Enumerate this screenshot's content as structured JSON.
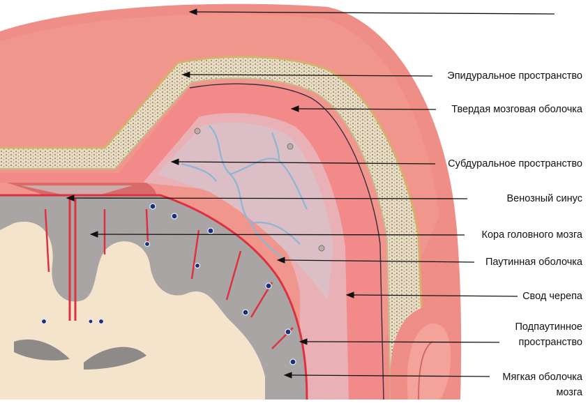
{
  "labels": [
    {
      "id": "skin",
      "text": ""
    },
    {
      "id": "epidural",
      "text": "Эпидуральное пространство"
    },
    {
      "id": "dura",
      "text": "Твердая мозговая оболочка"
    },
    {
      "id": "subdural",
      "text": "Субдуральное пространство"
    },
    {
      "id": "sinus",
      "text": "Венозный синус"
    },
    {
      "id": "cortex",
      "text": "Кора головного мозга"
    },
    {
      "id": "arachnoid",
      "text": "Паутинная оболочка"
    },
    {
      "id": "skull",
      "text": "Свод черепа"
    },
    {
      "id": "subarachnoid_1",
      "text": "Подпаутинное"
    },
    {
      "id": "subarachnoid_2",
      "text": "пространство"
    },
    {
      "id": "pia_1",
      "text": "Мягкая оболочка"
    },
    {
      "id": "pia_2",
      "text": "мозга"
    }
  ],
  "colors": {
    "scalp": "#ef8e86",
    "scalp_light": "#f6b0a8",
    "bone": "#e8dcc4",
    "bone_dots": "#8a7f5e",
    "dura": "#f28a8a",
    "arachnoid": "#e9b0b6",
    "vessel": "#8cb6d4",
    "gray_matter": "#a9a5a5",
    "white_matter": "#f4e4cc",
    "pia_red": "#e03040",
    "leader": "#111111"
  }
}
